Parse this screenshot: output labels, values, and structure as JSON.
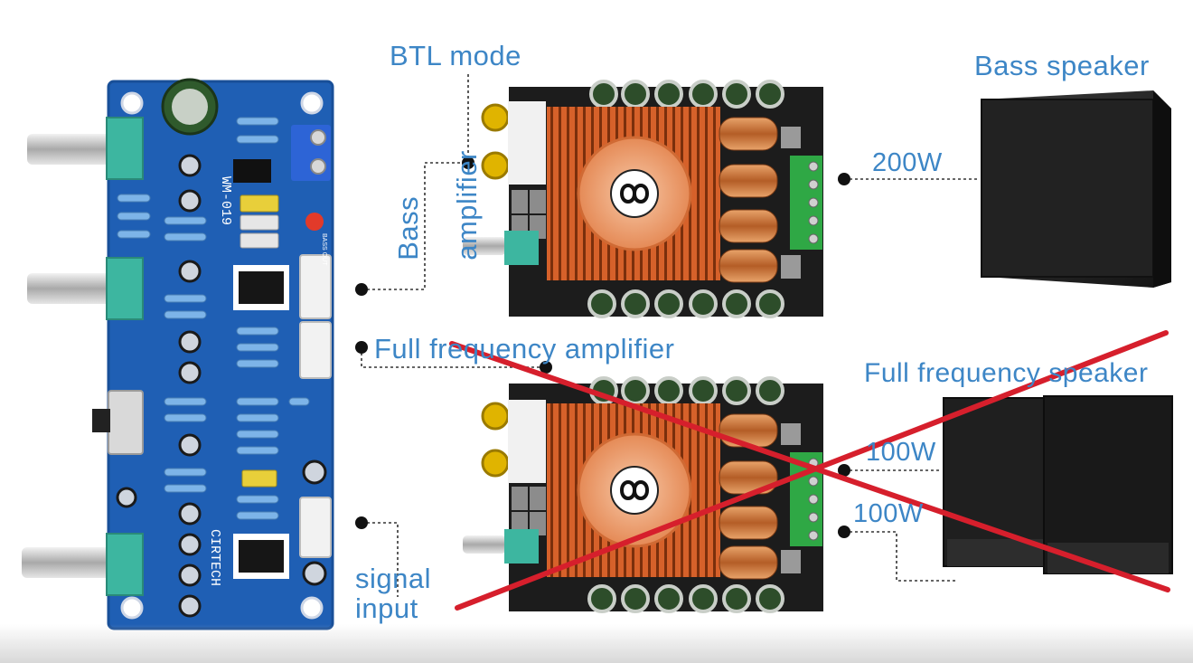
{
  "labels": {
    "btl_mode": "BTL mode",
    "bass_amplifier_line1": "Bass",
    "bass_amplifier_line2": "amplifier",
    "full_frequency_amplifier": "Full frequency amplifier",
    "signal_input_line1": "signal",
    "signal_input_line2": "input",
    "bass_speaker": "Bass speaker",
    "bass_power": "200W",
    "full_frequency_speaker": "Full frequency speaker",
    "full_power_1": "100W",
    "full_power_2": "100W"
  },
  "preamp_board": {
    "silkscreen_model": "WM-019",
    "silkscreen_brand": "CIRTECH",
    "silkscreen_bass_out": "BASS OUT"
  },
  "colors": {
    "label_blue": "#3d86c6",
    "pcb_blue": "#1f5fb4",
    "amp_pcb": "#1c1c1c",
    "heatsink_orange": "#c8541e",
    "knob_teal": "#3db6a0",
    "terminal_green": "#2fa845",
    "cross_red": "#d61f2c",
    "speaker_black": "#1a1a1a"
  },
  "status": {
    "full_frequency_path_crossed_out": true
  }
}
